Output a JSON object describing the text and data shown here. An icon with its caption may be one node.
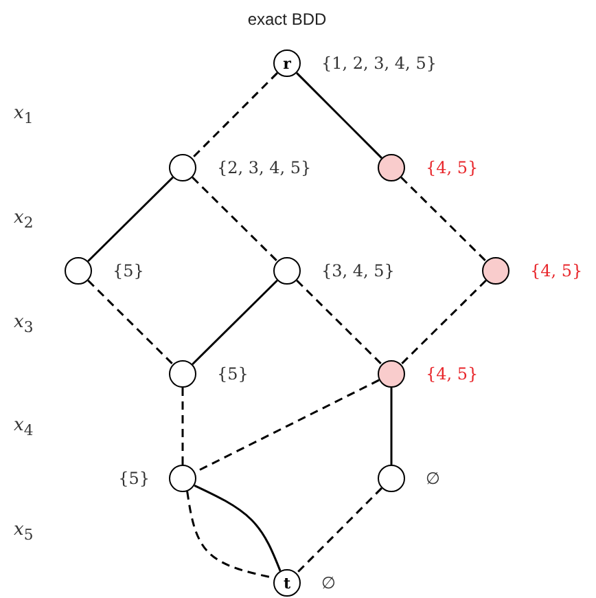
{
  "diagram": {
    "title": "exact BDD",
    "nodes": [
      {
        "text": [
          "r"
        ],
        "beside": [
          "{1, 2, 3, 4, 5}"
        ]
      },
      {
        "text": [],
        "shape": "circle",
        "beside": [
          "{2, 3, 4, 5}"
        ]
      },
      {
        "text": [],
        "shape": "circle",
        "beside": [
          "{4, 5}"
        ]
      },
      {
        "text": [],
        "shape": "circle",
        "beside": [
          "{5}"
        ]
      },
      {
        "text": [],
        "shape": "circle",
        "beside": [
          "{3, 4, 5}"
        ]
      },
      {
        "text": [],
        "shape": "circle",
        "beside": [
          "{4, 5}"
        ]
      },
      {
        "text": [],
        "shape": "circle",
        "beside": [
          "{5}"
        ]
      },
      {
        "text": [],
        "shape": "circle",
        "beside": [
          "{4, 5}"
        ]
      },
      {
        "text": [],
        "shape": "circle",
        "beside": [
          "{5}"
        ]
      },
      {
        "text": [],
        "shape": "circle",
        "beside": [
          "∅"
        ]
      },
      {
        "text": [
          "t"
        ],
        "beside": [
          "∅"
        ]
      }
    ],
    "edges": [
      {
        "from": 0,
        "to": 1,
        "arrow": "none",
        "style": "dashed"
      },
      {
        "from": 0,
        "to": 2,
        "arrow": "none"
      },
      {
        "from": 1,
        "to": 3,
        "arrow": "none"
      },
      {
        "from": 1,
        "to": 4,
        "arrow": "none",
        "style": "dashed"
      },
      {
        "from": 2,
        "to": 5,
        "arrow": "none",
        "style": "dashed"
      },
      {
        "from": 3,
        "to": 6,
        "arrow": "none",
        "style": "dashed"
      },
      {
        "from": 4,
        "to": 6,
        "arrow": "none"
      },
      {
        "from": 4,
        "to": 7,
        "arrow": "none",
        "style": "dashed"
      },
      {
        "from": 5,
        "to": 7,
        "arrow": "none",
        "style": "dashed"
      },
      {
        "from": 6,
        "to": 8,
        "arrow": "none",
        "style": "dashed"
      },
      {
        "from": 7,
        "to": 8,
        "arrow": "none",
        "style": "dashed"
      },
      {
        "from": 7,
        "to": 9,
        "arrow": "none"
      },
      {
        "from": 8,
        "to": 10,
        "arrow": "none"
      },
      {
        "from": 8,
        "to": 10,
        "arrow": "none",
        "style": "dashed"
      },
      {
        "from": 9,
        "to": 10,
        "arrow": "none",
        "style": "dashed"
      }
    ],
    "labels": [
      "*x*$_{1}$",
      "*x*$_{2}$",
      "*x*$_{3}$",
      "*x*$_{4}$",
      "*x*$_{5}$"
    ]
  }
}
